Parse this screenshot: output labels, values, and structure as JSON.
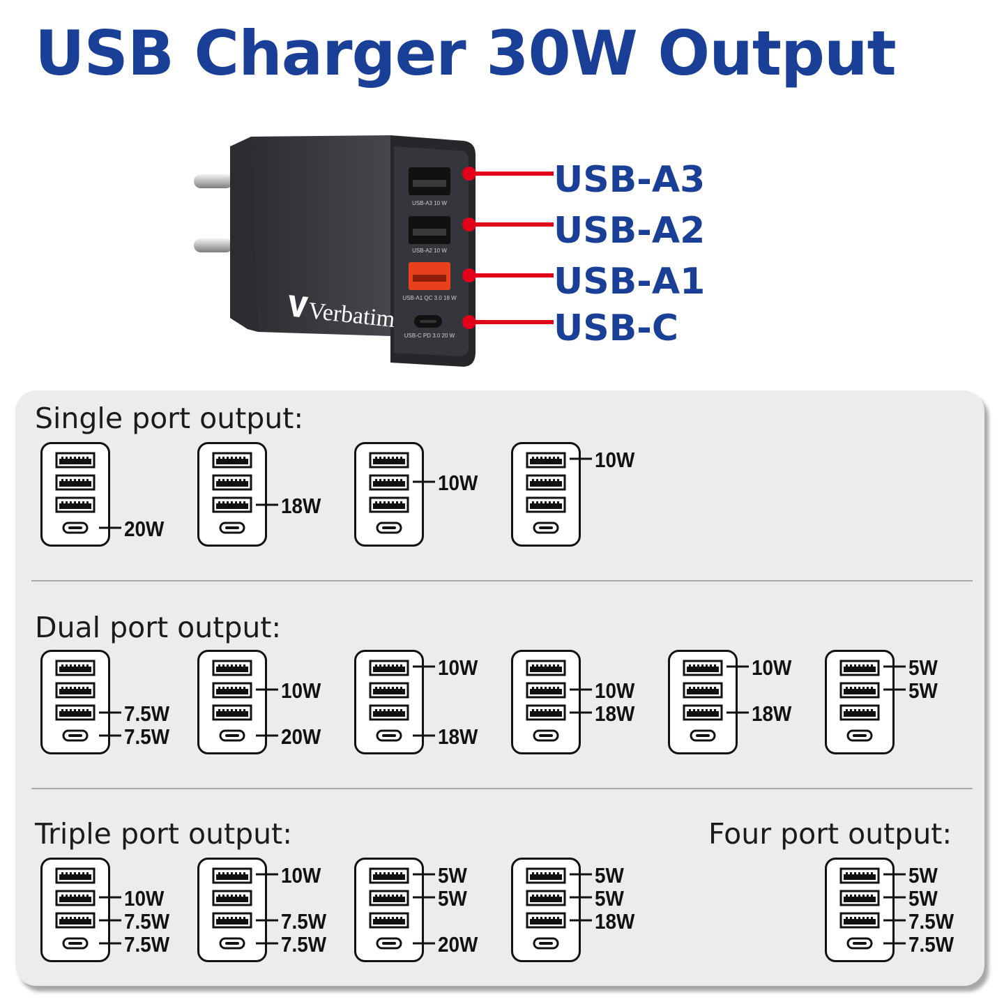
{
  "title": "USB Charger 30W Output",
  "hero": {
    "brand": "Verbatim",
    "ports": [
      {
        "label": "USB-A3",
        "engraving": "USB-A3 10 W"
      },
      {
        "label": "USB-A2",
        "engraving": "USB-A2 10 W"
      },
      {
        "label": "USB-A1",
        "engraving": "USB-A1 QC 3.0 18 W"
      },
      {
        "label": "USB-C",
        "engraving": "USB-C PD 3.0 20 W"
      }
    ],
    "colors": {
      "label": "#1a3f96",
      "connector": "#e3001b",
      "body": "#3b3d42",
      "qc_port": "#e8401c"
    }
  },
  "sections": [
    {
      "title": "Single port output:",
      "configs": [
        {
          "outputs": [
            null,
            null,
            null,
            "20W"
          ]
        },
        {
          "outputs": [
            null,
            null,
            "18W",
            null
          ]
        },
        {
          "outputs": [
            null,
            "10W",
            null,
            null
          ]
        },
        {
          "outputs": [
            "10W",
            null,
            null,
            null
          ]
        }
      ]
    },
    {
      "title": "Dual port output:",
      "configs": [
        {
          "outputs": [
            null,
            null,
            "7.5W",
            "7.5W"
          ]
        },
        {
          "outputs": [
            null,
            "10W",
            null,
            "20W"
          ]
        },
        {
          "outputs": [
            "10W",
            null,
            null,
            "18W"
          ]
        },
        {
          "outputs": [
            null,
            "10W",
            "18W",
            null
          ]
        },
        {
          "outputs": [
            "10W",
            null,
            "18W",
            null
          ]
        },
        {
          "outputs": [
            "5W",
            "5W",
            null,
            null
          ]
        }
      ]
    },
    {
      "title": "Triple port output:",
      "configs": [
        {
          "outputs": [
            null,
            "10W",
            "7.5W",
            "7.5W"
          ]
        },
        {
          "outputs": [
            "10W",
            null,
            "7.5W",
            "7.5W"
          ]
        },
        {
          "outputs": [
            "5W",
            "5W",
            null,
            "20W"
          ]
        },
        {
          "outputs": [
            "5W",
            "5W",
            "18W",
            null
          ]
        }
      ]
    },
    {
      "title": "Four port output:",
      "configs": [
        {
          "outputs": [
            "5W",
            "5W",
            "7.5W",
            "7.5W"
          ]
        }
      ]
    }
  ]
}
